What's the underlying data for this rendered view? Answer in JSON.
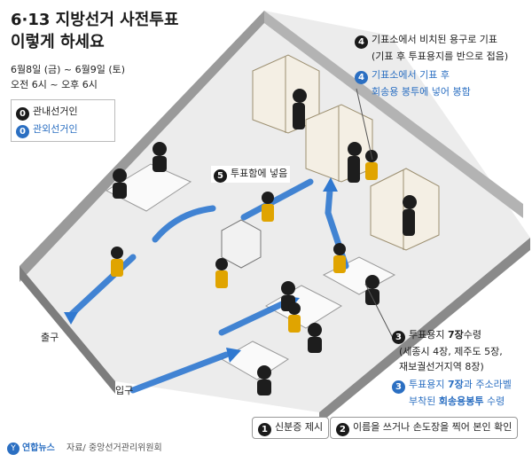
{
  "title_line1": "6·13 지방선거 사전투표",
  "title_line2": "이렇게 하세요",
  "date_line1": "6월8일 (금) ~ 6월9일 (토)",
  "date_line2": "오전 6시 ~ 오후 6시",
  "legend": {
    "in_num": "0",
    "in_label": "관내선거인",
    "out_num": "0",
    "out_label": "관외선거인"
  },
  "steps": {
    "s1_num": "1",
    "s1_text": "신분증 제시",
    "s2_num": "2",
    "s2_text": "이름을 쓰거나 손도장을 찍어 본인 확인",
    "s3_num": "3",
    "s3_text_a": "투표용지 ",
    "s3_text_b": "7장",
    "s3_text_c": "수령",
    "s3_sub1": "(세종시 4장, 제주도 5장,",
    "s3_sub2": "재보궐선거지역 8장)",
    "s3b_num": "3",
    "s3b_line1_a": "투표용지 ",
    "s3b_line1_b": "7장",
    "s3b_line1_c": "과 주소라벨",
    "s3b_line2_a": "부착된 ",
    "s3b_line2_b": "회송용봉투",
    "s3b_line2_c": " 수령",
    "s4_num": "4",
    "s4_line1": "기표소에서 비치된 용구로 기표",
    "s4_line2": "(기표 후 투표용지를 반으로 접음)",
    "s4b_num": "4",
    "s4b_line1": "기표소에서 기표 후",
    "s4b_line2": "회송용 봉투에 넣어 봉함",
    "s5_num": "5",
    "s5_text": "투표함에 넣음"
  },
  "labels": {
    "exit": "출구",
    "entrance": "입구"
  },
  "footer": {
    "logo": "Y",
    "agency": "연합뉴스",
    "source": "자료/ 중앙선거관리위원회"
  },
  "colors": {
    "accent_blue": "#2b6fc2",
    "wall": "#8a8a8a",
    "floor": "#ededed",
    "booth": "#f3ede2",
    "person_vest": "#e0a400"
  }
}
